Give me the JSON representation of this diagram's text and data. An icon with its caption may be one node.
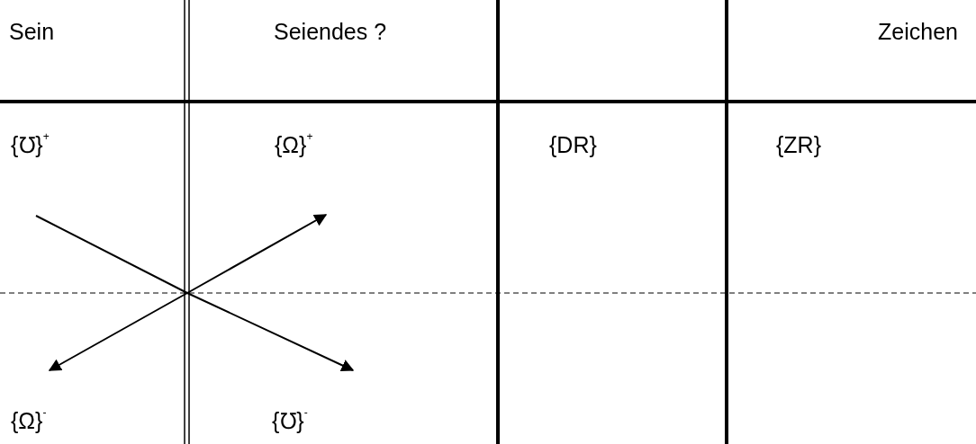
{
  "diagram": {
    "nodes": [
      {
        "text": [
          "{℧}$^{+}$"
        ]
      },
      {
        "text": [
          "{Ω}$^{+}$"
        ]
      },
      {
        "text": [
          "{Ω}$^{-}$"
        ]
      },
      {
        "text": [
          "{℧}$^{-}$"
        ]
      }
    ],
    "edges": [
      {
        "from": 0,
        "to": 3,
        "arrow": "to"
      },
      {
        "from": 2,
        "to": 1,
        "arrow": "both"
      }
    ],
    "labels": [
      "Sein",
      "Seiendes ?",
      "Zeichen",
      "{DR}",
      "{ZR}"
    ]
  }
}
